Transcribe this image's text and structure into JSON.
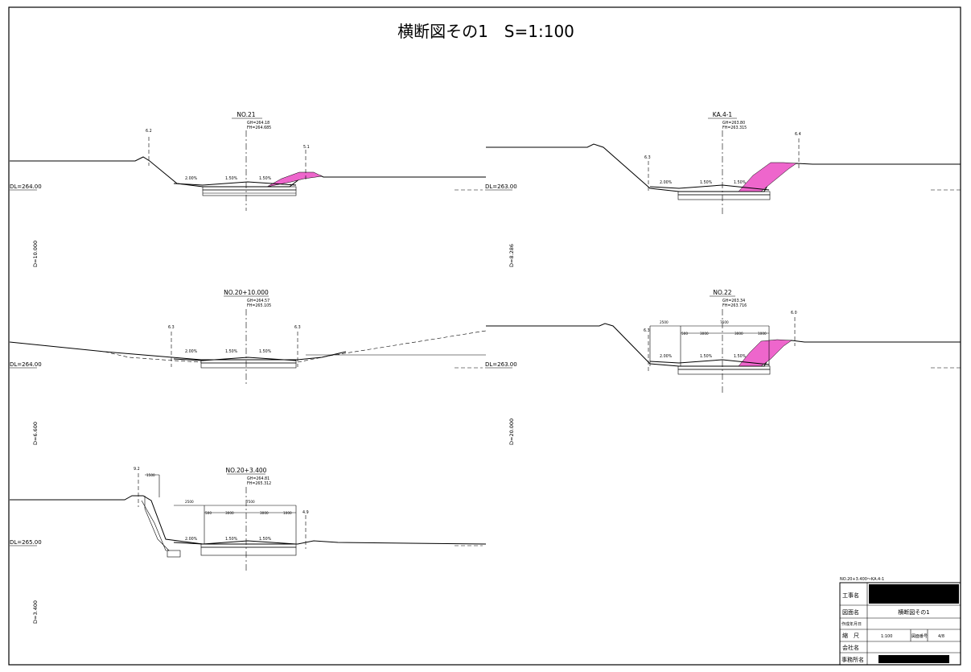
{
  "sheet": {
    "title": "横断図その1　S=1:100"
  },
  "sections": [
    {
      "name": "NO.21",
      "gh": "GH=264.18",
      "fh": "FH=264.685",
      "datum": "DL=264.00",
      "distance": "D=10.000",
      "left_width": "6.2",
      "right_width": "5.1",
      "slope_left": "2.00%",
      "slope_center_left": "1.50%",
      "slope_center_right": "1.50%"
    },
    {
      "name": "KA.4-1",
      "gh": "GH=263.80",
      "fh": "FH=263.315",
      "datum": "DL=263.00",
      "distance": "D=8.286",
      "left_width": "6.3",
      "right_width": "6.4",
      "slope_left": "2.00%",
      "slope_center_left": "1.50%",
      "slope_center_right": "1.50%"
    },
    {
      "name": "NO.20+10.000",
      "gh": "GH=264.57",
      "fh": "FH=265.105",
      "datum": "DL=264.00",
      "distance": "D=6.600",
      "left_width": "6.3",
      "right_width": "6.3",
      "slope_left": "2.00%",
      "slope_center_left": "1.50%",
      "slope_center_right": "1.50%"
    },
    {
      "name": "NO.22",
      "gh": "GH=263.34",
      "fh": "FH=263.716",
      "datum": "DL=263.00",
      "distance": "D=20.000",
      "left_width": "6.3",
      "right_width": "6.0",
      "slope_left": "2.00%",
      "slope_center_left": "1.50%",
      "slope_center_right": "1.50%",
      "dims_top": [
        "2500",
        "7500"
      ],
      "dims_sub": [
        "500",
        "3000",
        "3000",
        "1000"
      ]
    },
    {
      "name": "NO.20+3.400",
      "gh": "GH=264.81",
      "fh": "FH=265.312",
      "datum": "DL=265.00",
      "distance": "D=3.400",
      "left_width": "9.2",
      "right_width": "4.9",
      "slope_left": "2.00%",
      "slope_center_left": "1.50%",
      "slope_center_right": "1.50%",
      "wall_width": "1500",
      "dims_top": [
        "2500",
        "7500"
      ],
      "dims_sub": [
        "500",
        "3000",
        "3000",
        "1000"
      ]
    }
  ],
  "title_block": {
    "range": "NO.20+3.400～KA.4-1",
    "project_label": "工事名",
    "drawing_name_label": "図面名",
    "drawing_name": "横断図その1",
    "created_label": "作成年月日",
    "scale_label": "縮　尺",
    "scale": "1:100",
    "number_label": "図面番号",
    "number": "4/8",
    "company_label": "会社名",
    "office_label": "事務所名"
  }
}
